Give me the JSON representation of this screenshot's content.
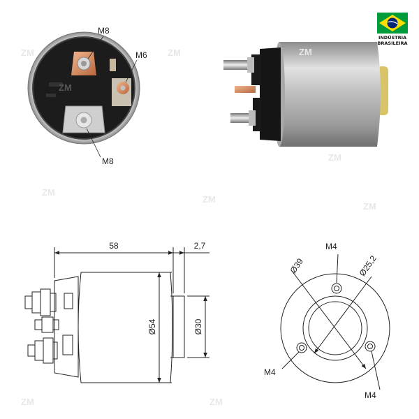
{
  "badge": {
    "line1": "INDÚSTRIA",
    "line2": "BRASILEIRA",
    "flag_colors": {
      "green": "#009b3a",
      "yellow": "#fedf00",
      "blue": "#002776"
    }
  },
  "watermark": {
    "text": "ZM"
  },
  "front_view": {
    "labels": {
      "top_terminal": "M8",
      "small_terminal": "M6",
      "bottom_terminal": "M8"
    }
  },
  "side_photo": {
    "body_logo": "ZM"
  },
  "side_drawing": {
    "length": "58",
    "offset": "2,7",
    "diameter_body": "Ø54",
    "diameter_boss": "Ø30"
  },
  "end_drawing": {
    "bolt_circle": "Ø39",
    "bore": "Ø25,2",
    "holes": [
      "M4",
      "M4",
      "M4"
    ]
  }
}
